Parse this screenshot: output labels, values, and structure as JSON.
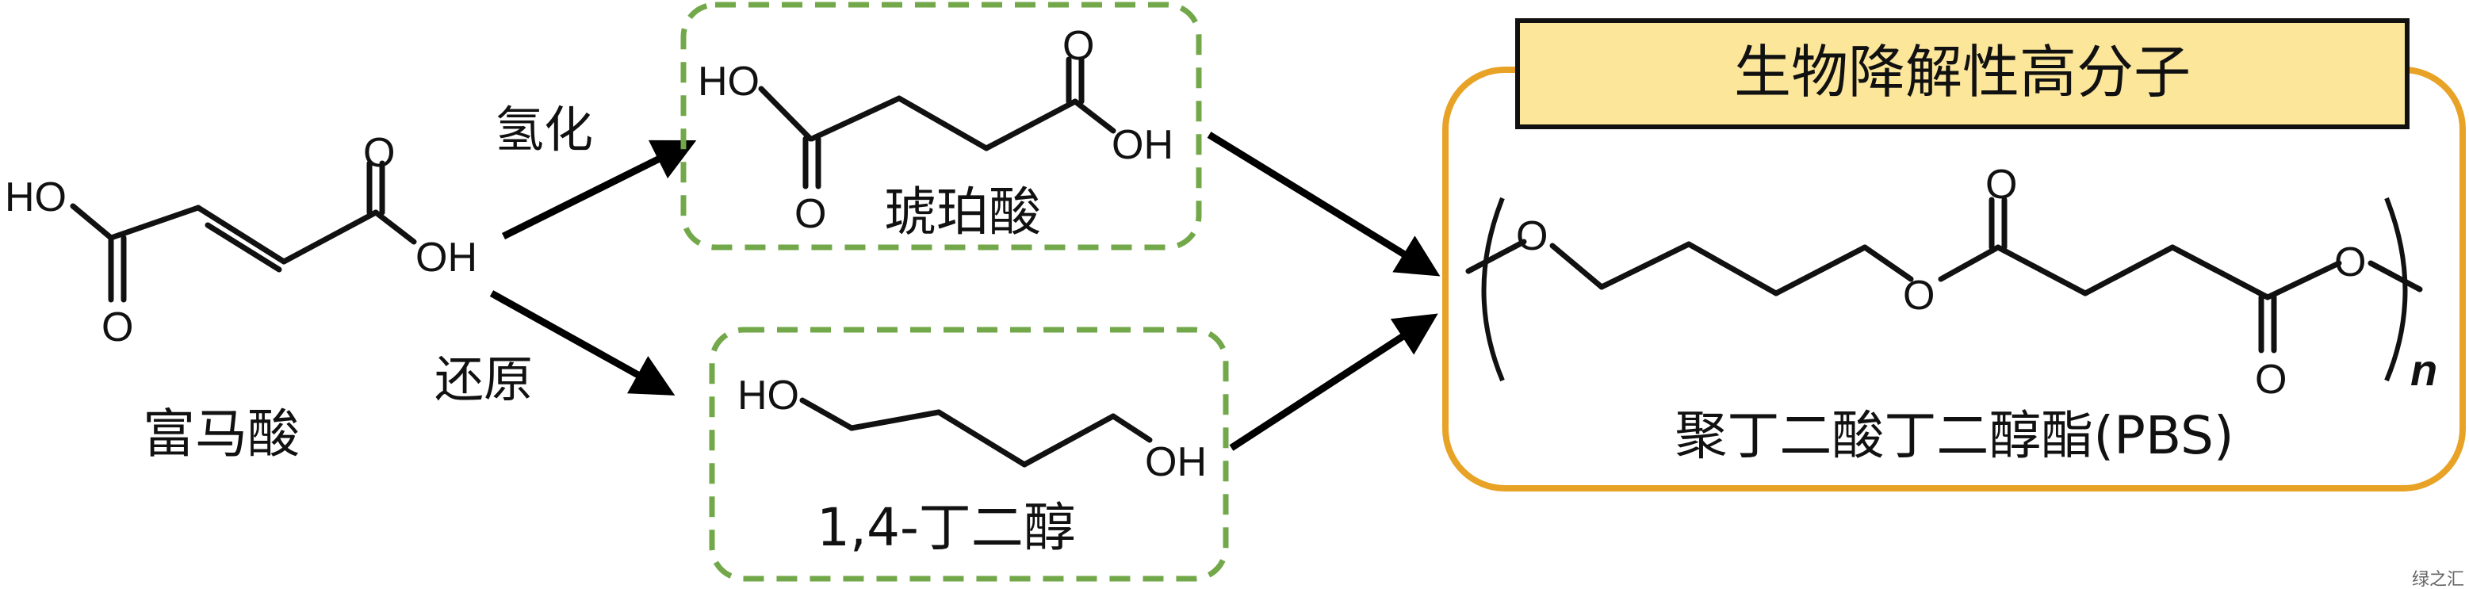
{
  "molecules": {
    "fumaric_acid": {
      "name": "富马酸",
      "atoms": {
        "ho": "HO",
        "o_bottom": "O",
        "o_top": "O",
        "oh": "OH"
      }
    },
    "succinic_acid": {
      "name": "琥珀酸",
      "atoms": {
        "ho": "HO",
        "o_bottom": "O",
        "o_top": "O",
        "oh": "OH"
      }
    },
    "butanediol": {
      "name": "1,4-丁二醇",
      "atoms": {
        "ho": "HO",
        "oh": "OH"
      }
    },
    "pbs": {
      "name": "聚丁二酸丁二醇酯(PBS)",
      "atoms": {
        "o_ether_left": "O",
        "o_ester": "O",
        "o_carbonyl_top": "O",
        "o_carbonyl_bottom": "O",
        "o_ether_right": "O",
        "n": "n"
      }
    }
  },
  "reactions": {
    "hydrogenation": "氢化",
    "reduction": "还原"
  },
  "title": "生物降解性高分子",
  "watermark": "绿之汇",
  "colors": {
    "green_box": "#72a84a",
    "orange_box": "#e8a226",
    "title_fill": "#fbe69a",
    "ink": "#111111"
  }
}
